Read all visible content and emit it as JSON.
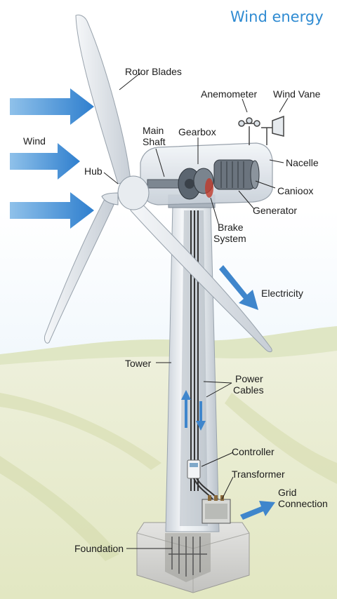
{
  "title": "Wind energy",
  "labels": {
    "rotor_blades": "Rotor Blades",
    "anemometer": "Anemometer",
    "wind_vane": "Wind Vane",
    "wind": "Wind",
    "main_shaft_1": "Main",
    "main_shaft_2": "Shaft",
    "gearbox": "Gearbox",
    "nacelle": "Nacelle",
    "hub": "Hub",
    "canopy": "Canioox",
    "generator": "Generator",
    "brake_system_1": "Brake",
    "brake_system_2": "System",
    "electricity": "Electricity",
    "tower": "Tower",
    "power_cables_1": "Power",
    "power_cables_2": "Cables",
    "controller": "Controller",
    "transformer": "Transformer",
    "grid_connection_1": "Grid",
    "grid_connection_2": "Connection",
    "foundation": "Foundation"
  },
  "colors": {
    "title": "#2f8bd2",
    "arrow": "#2f7fce",
    "sky": "#e8f3fb",
    "field": "#e9eccf",
    "structure": "#d9dfe5"
  }
}
